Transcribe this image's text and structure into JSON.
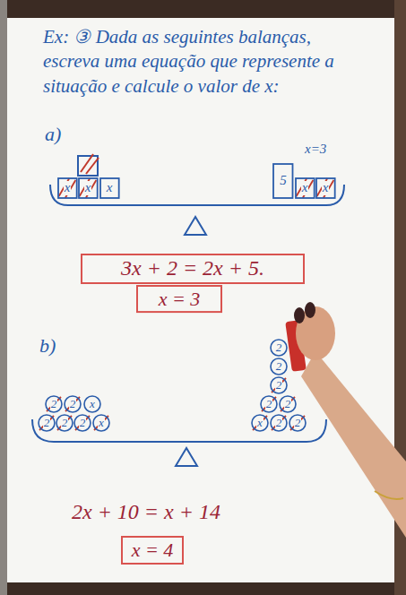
{
  "diagram": {
    "title": "Ex: ③ Dada as seguintes balanças, escreva uma equação que represente a situação e calcule o valor de x:",
    "nodes": [
      {
        "text": [
          "x"
        ]
      },
      {
        "text": [
          "x"
        ]
      },
      {
        "text": [
          "x"
        ]
      },
      {
        "text": [
          "5"
        ]
      },
      {
        "text": [
          "x"
        ]
      },
      {
        "text": [
          "x"
        ]
      },
      {
        "text": [
          "3x + 2 = 2x + 5."
        ]
      },
      {
        "text": [
          "x = 3"
        ]
      },
      {
        "text": [
          "2"
        ]
      },
      {
        "text": [
          "2"
        ]
      },
      {
        "text": [
          "2"
        ]
      },
      {
        "text": [
          "x"
        ]
      },
      {
        "text": [
          "2"
        ]
      },
      {
        "text": [
          "2"
        ]
      },
      {
        "text": [
          "x"
        ]
      },
      {
        "text": [
          "x"
        ]
      },
      {
        "text": [
          "2"
        ]
      },
      {
        "text": [
          "2"
        ]
      },
      {
        "text": [
          "2"
        ]
      },
      {
        "text": [
          "2"
        ]
      },
      {
        "text": [
          "2"
        ]
      },
      {
        "text": [
          "2"
        ]
      },
      {
        "text": [
          "2"
        ]
      },
      {
        "text": [
          "x = 4"
        ]
      }
    ],
    "labels": [
      "a)",
      "x=3",
      "b)",
      "2x + 10 = x + 14"
    ]
  }
}
